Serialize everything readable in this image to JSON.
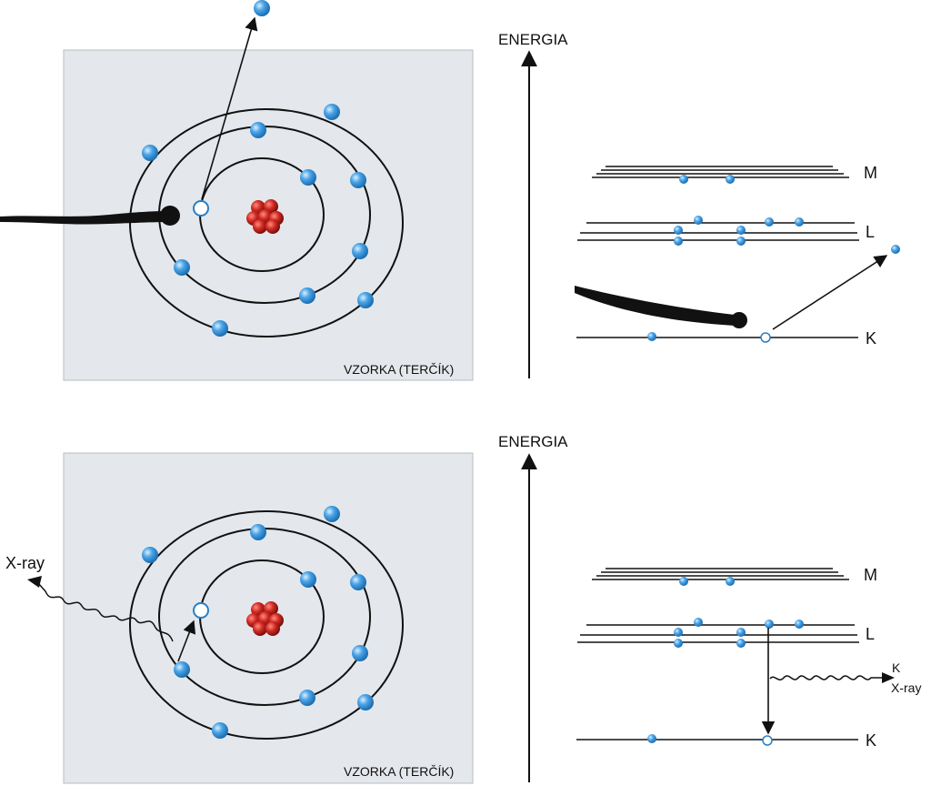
{
  "panels": [
    {
      "sample_label": "VZORKA (TERČÍK)",
      "energy_label": "ENERGIA",
      "shells": {
        "M": "M",
        "L": "L",
        "K": "K"
      }
    },
    {
      "sample_label": "VZORKA (TERČÍK)",
      "energy_label": "ENERGIA",
      "shells": {
        "M": "M",
        "L": "L",
        "K": "K"
      },
      "xray_label": "X-ray",
      "kxray_k": "K",
      "kxray_label": "X-ray"
    }
  ],
  "colors": {
    "panel_bg": "#e4e8ec",
    "electron": "#4aa3e6",
    "nucleus": "#d02a22",
    "line": "#111111"
  }
}
